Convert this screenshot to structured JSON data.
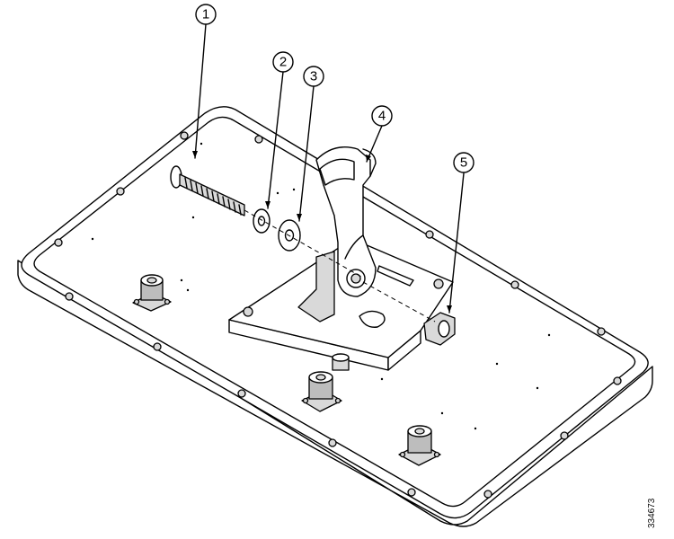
{
  "callouts": [
    {
      "id": "1",
      "label": "1"
    },
    {
      "id": "2",
      "label": "2"
    },
    {
      "id": "3",
      "label": "3"
    },
    {
      "id": "4",
      "label": "4"
    },
    {
      "id": "5",
      "label": "5"
    }
  ],
  "figure_id": "334673"
}
